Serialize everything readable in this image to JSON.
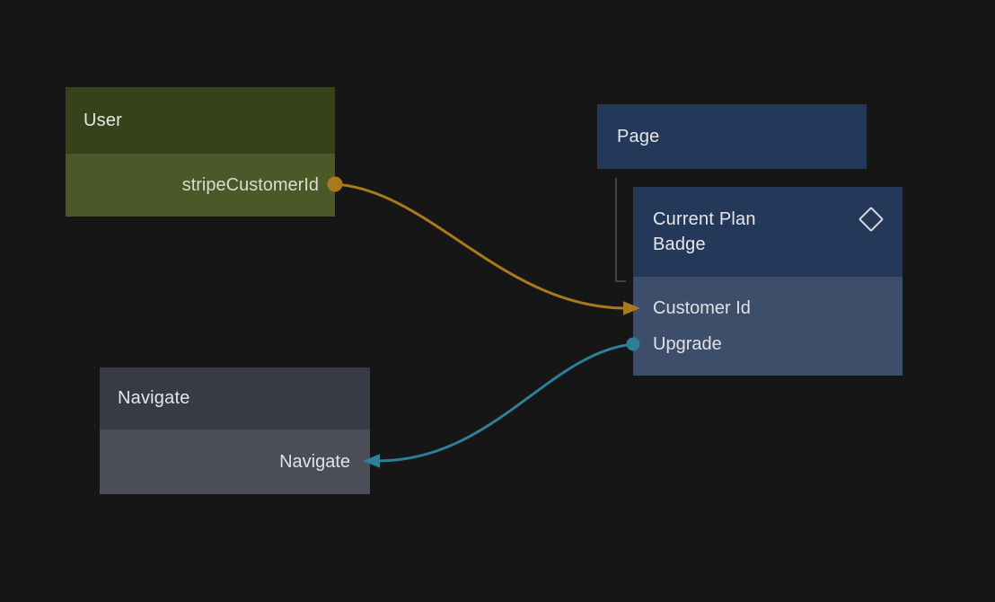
{
  "canvas": {
    "background": "#161616",
    "text_color": "#e2e3e5",
    "tree_line_color": "#4f4f4f"
  },
  "colors": {
    "edge_orange": "#a87a1c",
    "edge_teal": "#2e7f99",
    "user_header": "#36421a",
    "user_body": "#4d5829",
    "page_header": "#24395a",
    "badge_body": "#3d4e6b",
    "navigate_header": "#373b43",
    "navigate_body": "#4b4e57"
  },
  "nodes": {
    "user": {
      "title": "User",
      "ports": [
        {
          "label": "stripeCustomerId",
          "side": "output-right",
          "connector": "dot",
          "color": "#a87a1c"
        }
      ]
    },
    "page": {
      "title": "Page"
    },
    "current_plan_badge": {
      "title": "Current Plan Badge",
      "icon": "diamond-icon",
      "parent": "Page",
      "ports": [
        {
          "label": "Customer Id",
          "side": "input-left",
          "connector": "arrow",
          "color": "#a87a1c"
        },
        {
          "label": "Upgrade",
          "side": "input-left",
          "connector": "dot",
          "color": "#2e7f99"
        }
      ]
    },
    "navigate": {
      "title": "Navigate",
      "ports": [
        {
          "label": "Navigate",
          "side": "input-right",
          "connector": "arrow",
          "color": "#2e7f99"
        }
      ]
    }
  },
  "edges": [
    {
      "from": "User.stripeCustomerId",
      "to": "Current Plan Badge.Customer Id",
      "color": "#a87a1c"
    },
    {
      "from": "Current Plan Badge.Upgrade",
      "to": "Navigate.Navigate",
      "color": "#2e7f99"
    }
  ]
}
